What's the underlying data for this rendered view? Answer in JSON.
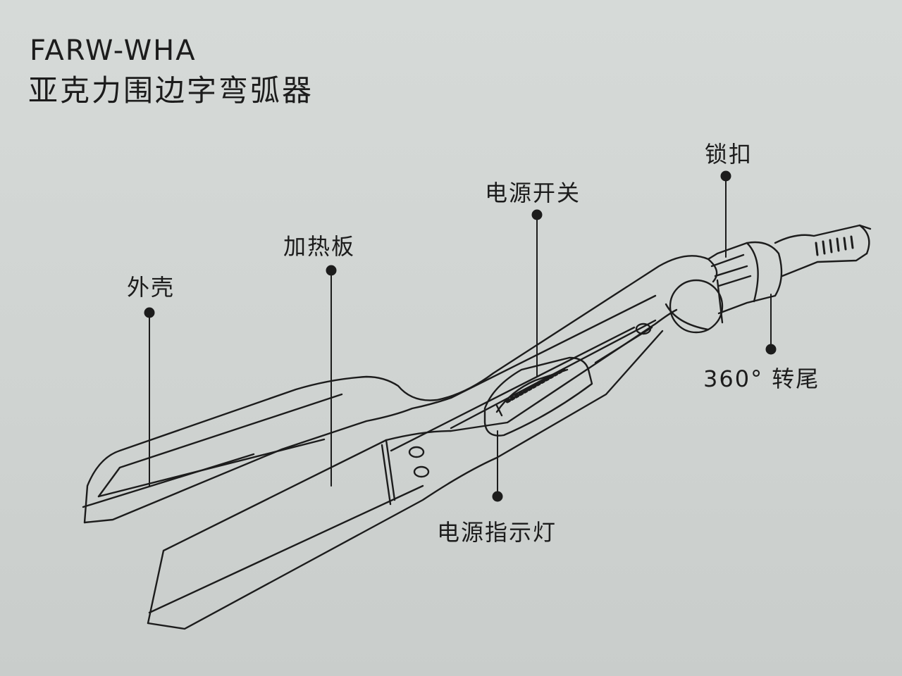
{
  "header": {
    "model": "FARW-WHA",
    "product_name": "亚克力围边字弯弧器"
  },
  "callouts": {
    "shell": "外壳",
    "heating_plate": "加热板",
    "power_switch": "电源开关",
    "lock": "锁扣",
    "swivel_tail": "360° 转尾",
    "power_indicator": "电源指示灯"
  },
  "colors": {
    "line": "#1c1c1c",
    "background": "#d2d6d4"
  }
}
